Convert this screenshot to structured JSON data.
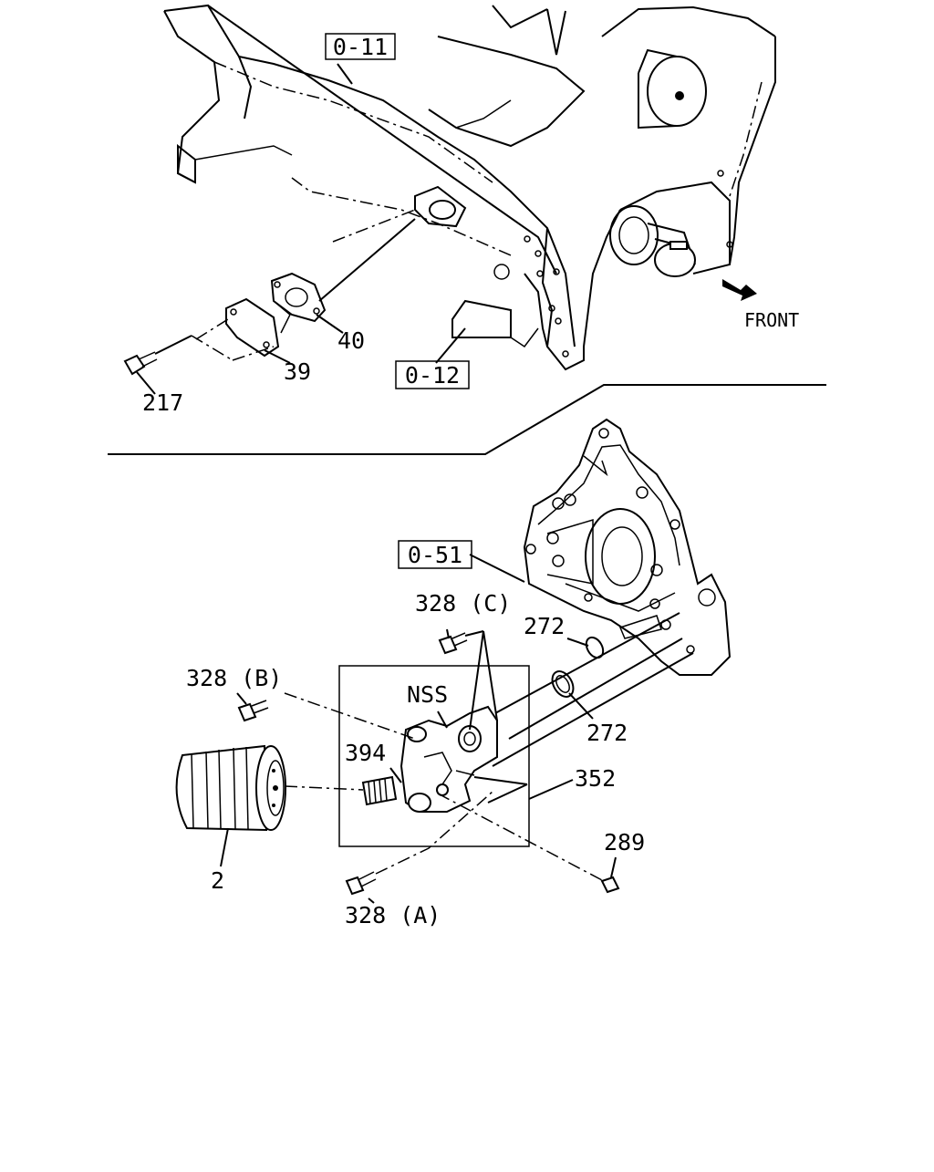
{
  "labels": {
    "ref_0_11": "0-11",
    "ref_0_12": "0-12",
    "ref_0_51": "0-51",
    "front": "FRONT",
    "p40": "40",
    "p39": "39",
    "p217": "217",
    "p328c": "328 (C)",
    "p272_top": "272",
    "p272_bottom": "272",
    "p328b": "328 (B)",
    "nss": "NSS",
    "p394": "394",
    "p352": "352",
    "p2": "2",
    "p289": "289",
    "p328a": "328 (A)"
  },
  "icons": [
    "front-arrow-icon"
  ]
}
